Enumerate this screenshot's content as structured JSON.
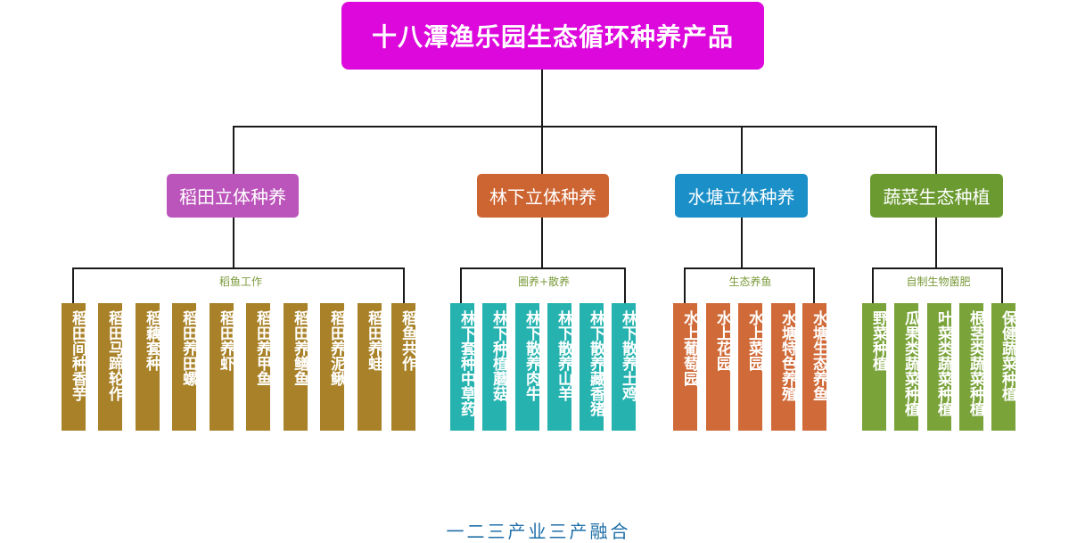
{
  "title": "十八潭渔乐园生态循环种养产品",
  "colors": {
    "root": "#dc08dc",
    "rice": "#bb55bb",
    "forest": "#cd6533",
    "pond": "#1a8fc8",
    "veg": "#6b9a30",
    "rice_leaf": "#a88128",
    "forest_leaf": "#26b3b0",
    "pond_leaf": "#d06a38",
    "veg_leaf": "#7aa33a",
    "sublabel": "#7a9a3a",
    "footer": "#1f6fa8"
  },
  "categories": [
    {
      "name": "稻田立体种养",
      "sublabel": "稻鱼工作",
      "items": [
        "稻田间种香芋",
        "稻田马蹄轮作",
        "稻藕套种",
        "稻田养田螺",
        "稻田养虾",
        "稻田养甲鱼",
        "稻田养鳝鱼",
        "稻田养泥鳅",
        "稻田养蛙",
        "稻鱼共作"
      ]
    },
    {
      "name": "林下立体种养",
      "sublabel": "圈养+散养",
      "items": [
        "林下套种中草药",
        "林下种植蘑菇",
        "林下散养肉牛",
        "林下散养山羊",
        "林下散养藏香猪",
        "林下散养土鸡"
      ]
    },
    {
      "name": "水塘立体种养",
      "sublabel": "生态养鱼",
      "items": [
        "水上葡萄园",
        "水上花园",
        "水上菜园",
        "水塘特色养殖",
        "水塘生态养鱼"
      ]
    },
    {
      "name": "蔬菜生态种植",
      "sublabel": "自制生物菌肥",
      "items": [
        "野菜种植",
        "瓜果类蔬菜种植",
        "叶菜类蔬菜种植",
        "根茎类蔬菜种植",
        "保健蔬菜种植"
      ]
    }
  ],
  "footer": "一二三产业三产融合"
}
